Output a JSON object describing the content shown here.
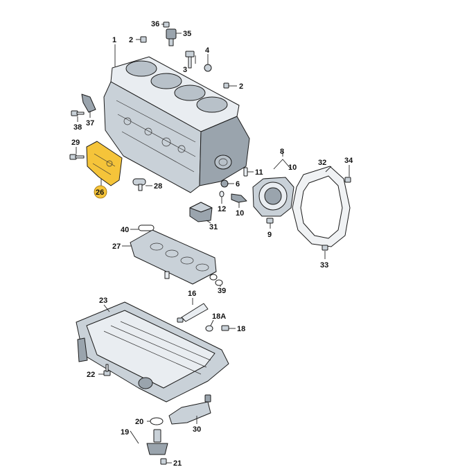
{
  "highlight": {
    "part": "26",
    "fill": "#f5c43a",
    "edge": "#9a6a00"
  },
  "palette": {
    "metal_light": "#e9edf1",
    "metal_mid": "#c9d1d8",
    "metal_dark": "#9aa4ad",
    "gasket": "#f0f2f4"
  },
  "callouts": {
    "c1": "1",
    "c2a": "2",
    "c2b": "2",
    "c3": "3",
    "c4": "4",
    "c8": "8",
    "c9": "9",
    "c10a": "10",
    "c10b": "10",
    "c11": "11",
    "c12": "12",
    "c6": "6",
    "c16": "16",
    "c18": "18",
    "c18a": "18A",
    "c19": "19",
    "c20": "20",
    "c21": "21",
    "c22": "22",
    "c23": "23",
    "c26": "26",
    "c27": "27",
    "c28": "28",
    "c29": "29",
    "c30": "30",
    "c31": "31",
    "c32": "32",
    "c33": "33",
    "c34": "34",
    "c35": "35",
    "c36": "36",
    "c37": "37",
    "c38": "38",
    "c39": "39",
    "c40": "40"
  }
}
